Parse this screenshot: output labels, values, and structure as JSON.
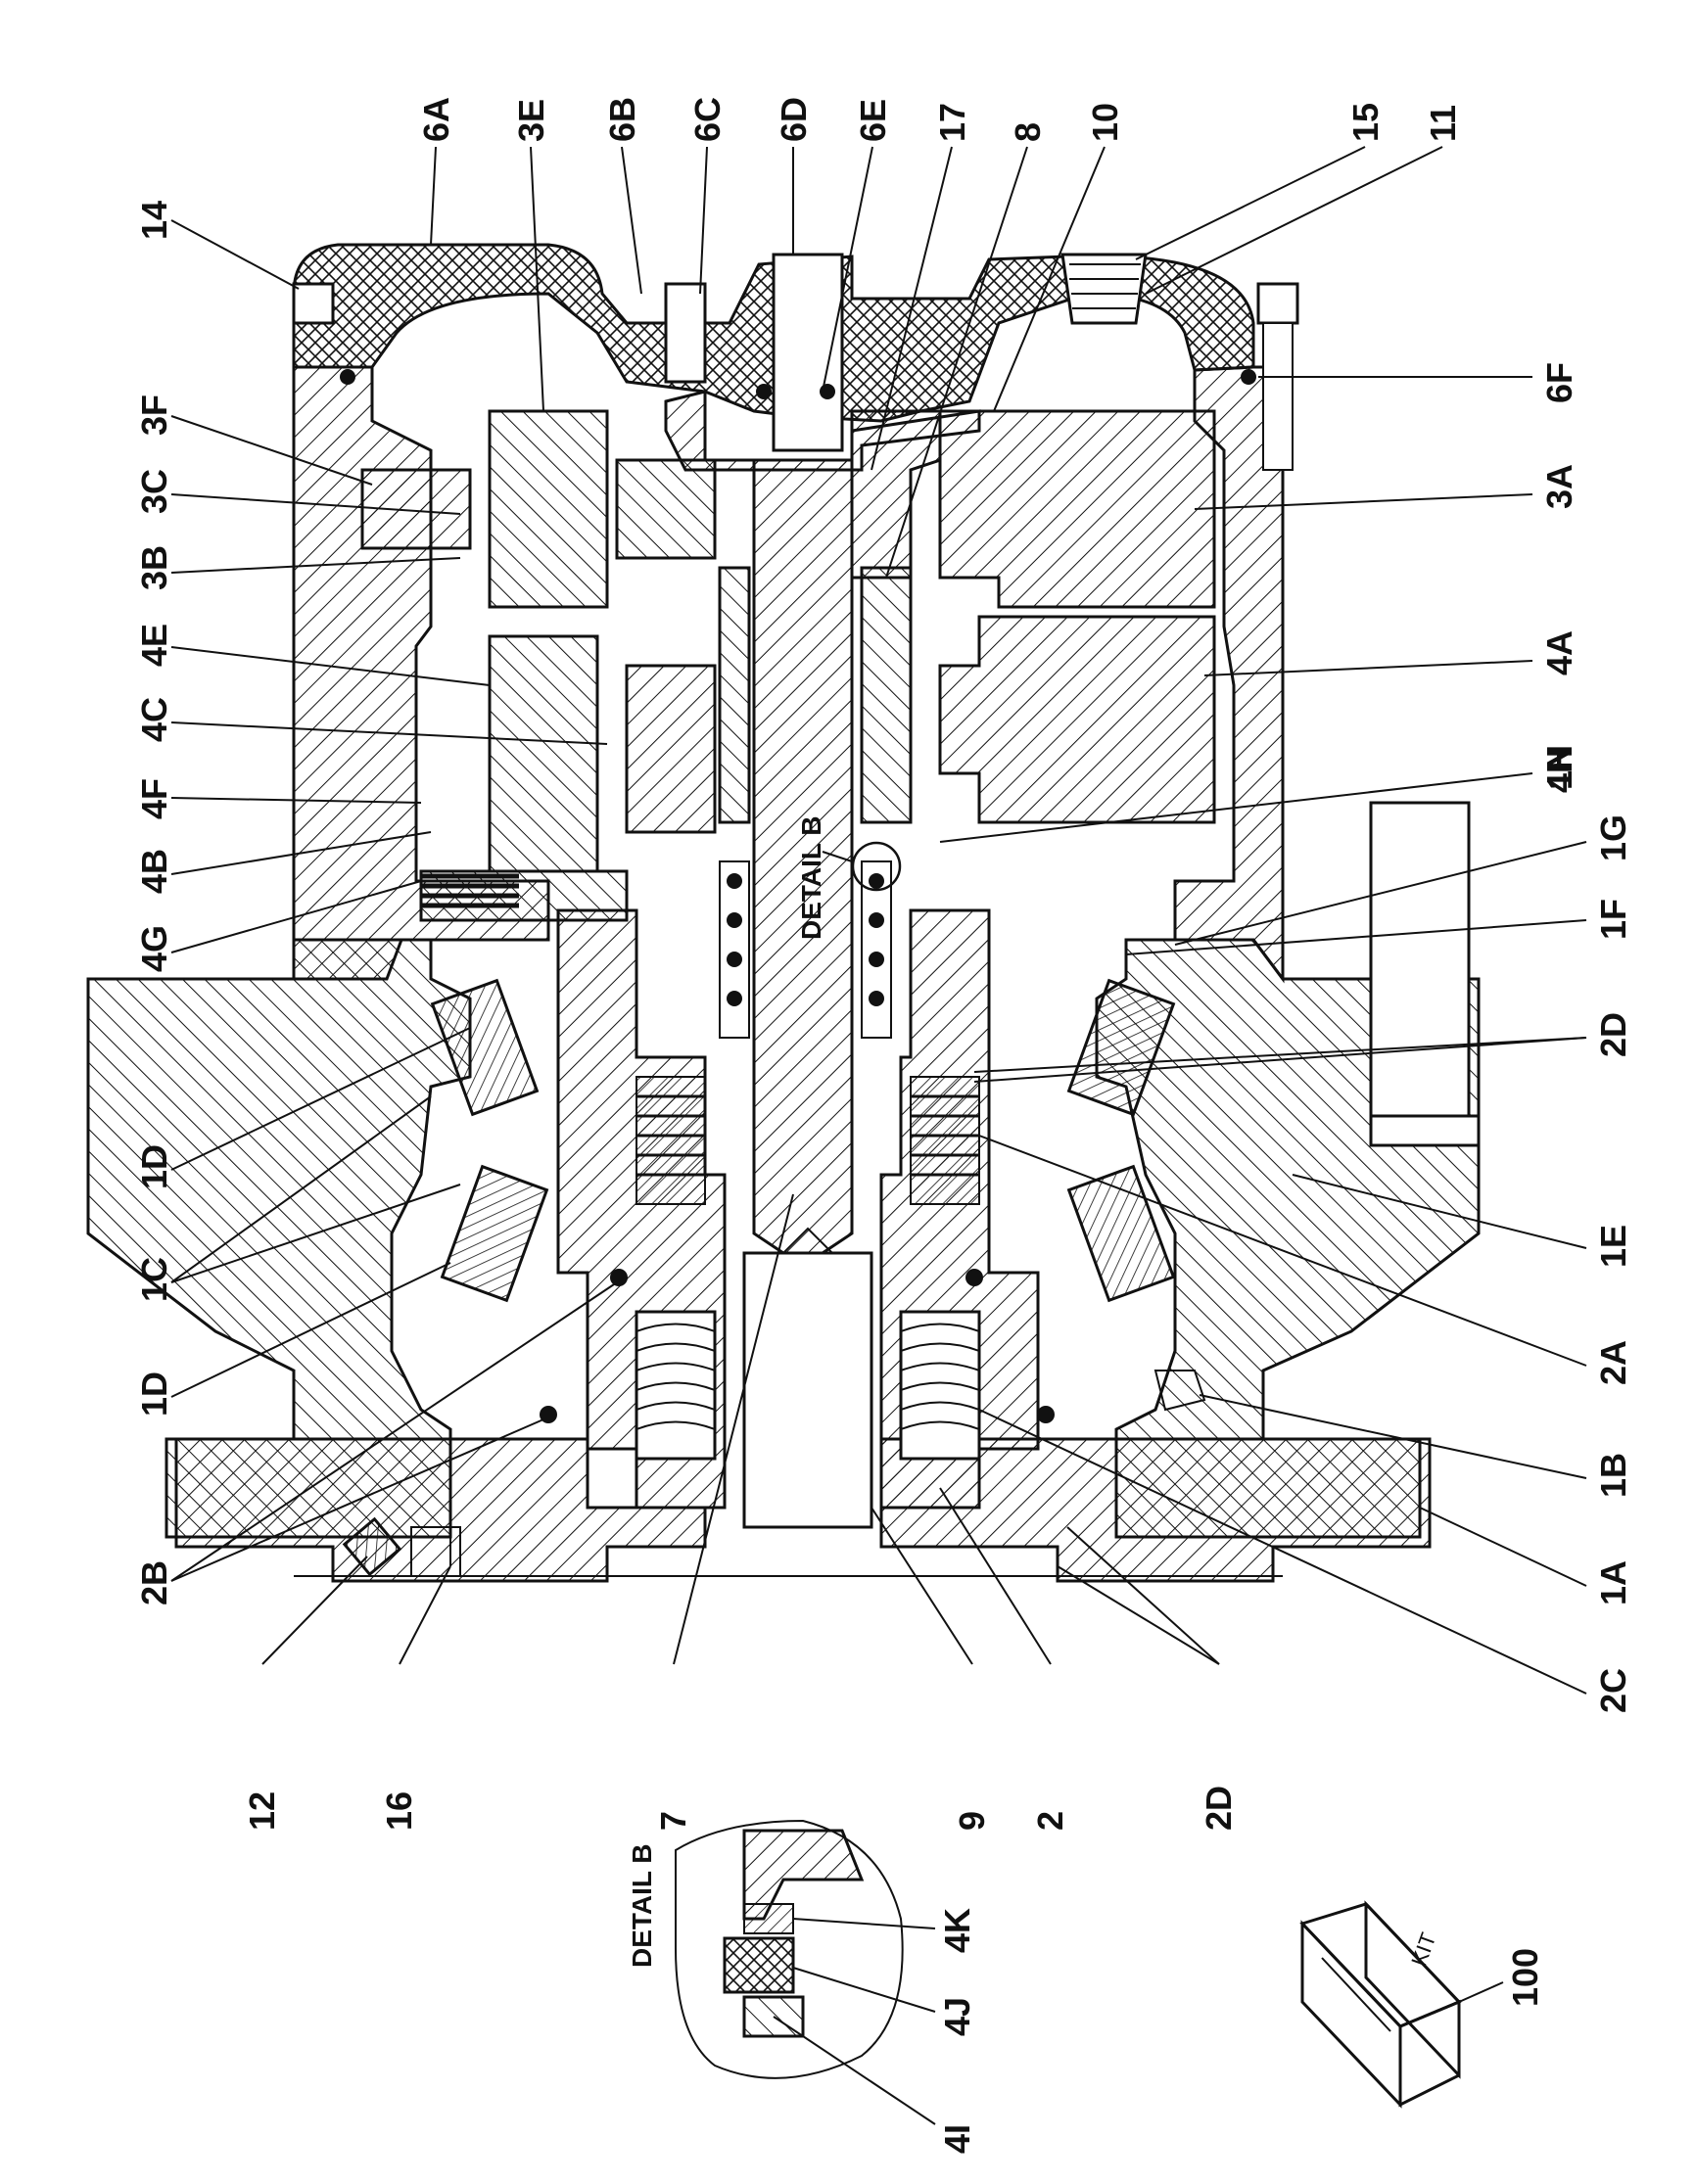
{
  "drawing": {
    "top_labels": [
      "6A",
      "3E",
      "6B",
      "6C",
      "6D",
      "6E",
      "17",
      "8",
      "10",
      "15",
      "11"
    ],
    "left_labels": [
      "14",
      "3F",
      "3C",
      "3B",
      "4E",
      "4C",
      "4F",
      "4B",
      "4G",
      "1D",
      "1C",
      "1D",
      "2B"
    ],
    "right_labels": [
      "6F",
      "3A",
      "4A",
      "4H",
      "1N",
      "1G",
      "1F",
      "2D",
      "1E",
      "2A",
      "1B",
      "1A",
      "2C"
    ],
    "bottom_labels": [
      "12",
      "16",
      "7",
      "9",
      "2",
      "2D"
    ],
    "detail_callout": "DETAIL B",
    "detail_title": "DETAIL B",
    "detail_labels": [
      "4K",
      "4J",
      "4I"
    ],
    "kit_text": "KIT",
    "kit_number": "100"
  }
}
